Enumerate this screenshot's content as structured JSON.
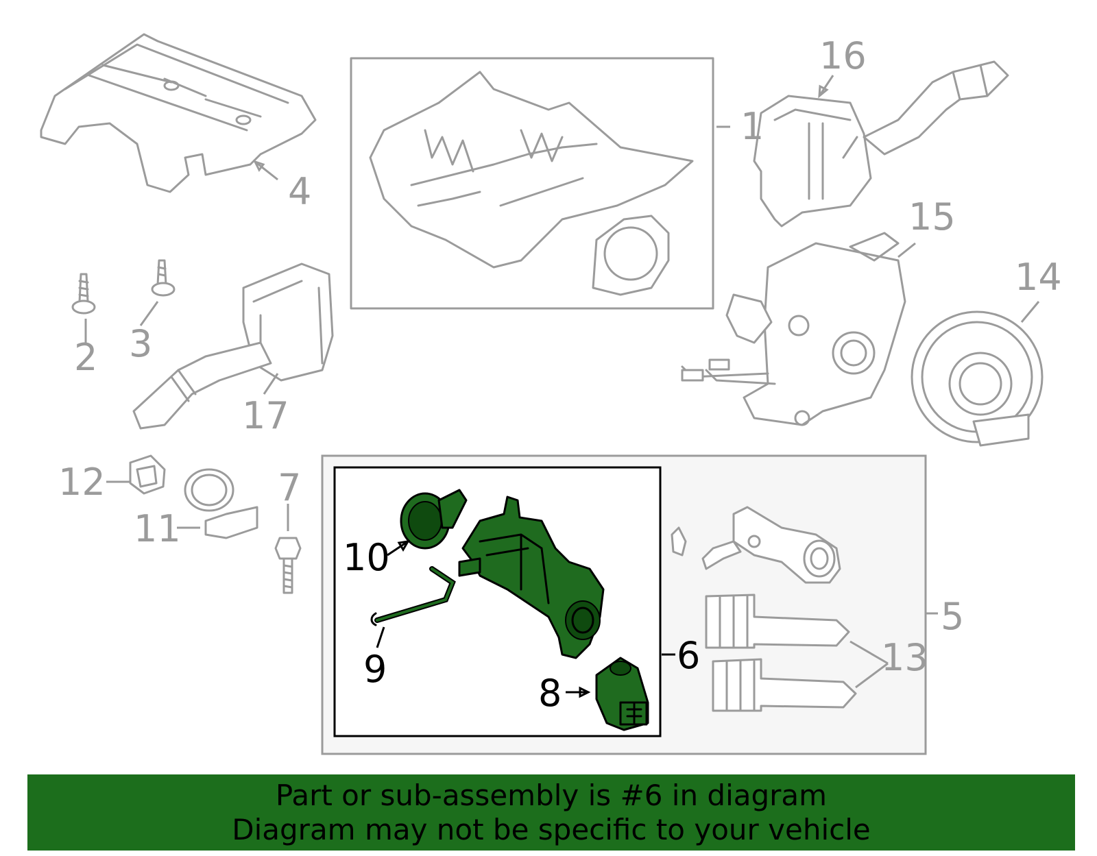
{
  "diagram": {
    "callouts": {
      "c1": "1",
      "c2": "2",
      "c3": "3",
      "c4": "4",
      "c5": "5",
      "c6": "6",
      "c7": "7",
      "c8": "8",
      "c9": "9",
      "c10": "10",
      "c11": "11",
      "c12": "12",
      "c13": "13",
      "c14": "14",
      "c15": "15",
      "c16": "16",
      "c17": "17"
    },
    "highlighted_part": "6",
    "colors": {
      "highlight_fill": "#1f6b1f",
      "outline_gray": "#9b9b9b",
      "banner_bg": "#1c6e1c"
    }
  },
  "banner": {
    "line1": "Part or sub-assembly is #6 in diagram",
    "line2": "Diagram may not be specific to your vehicle"
  }
}
